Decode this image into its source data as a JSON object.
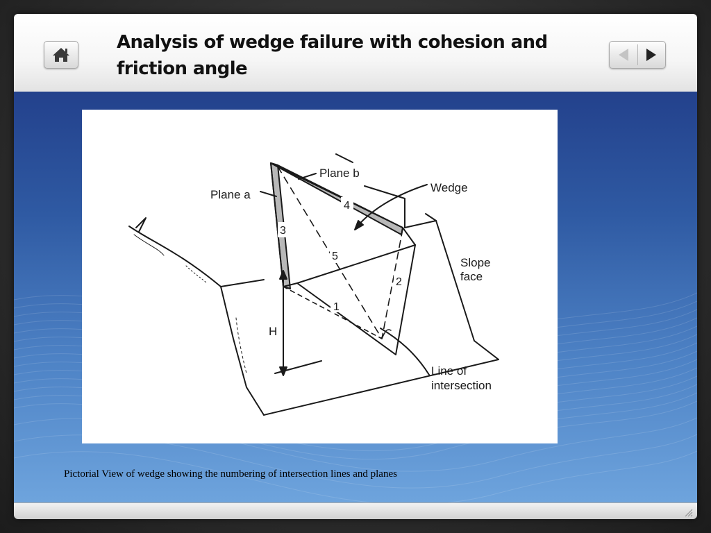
{
  "slide": {
    "title": "Analysis of wedge failure with cohesion and friction angle",
    "caption": "Pictorial View of wedge showing the numbering of intersection lines and planes"
  },
  "navigation": {
    "home": "home-icon",
    "previous": "triangle-left-icon",
    "next": "triangle-right-icon"
  },
  "figure": {
    "labels": {
      "plane_a": "Plane a",
      "plane_b": "Plane b",
      "wedge": "Wedge",
      "slope_face_line1": "Slope",
      "slope_face_line2": "face",
      "line_of_intersection_line1": "Line of",
      "line_of_intersection_line2": "intersection",
      "height": "H"
    },
    "numbers": [
      "1",
      "2",
      "3",
      "4",
      "5"
    ]
  },
  "colors": {
    "header": "#f4f4f4",
    "body_top": "#23418c",
    "body_bottom": "#6ea4dd"
  }
}
